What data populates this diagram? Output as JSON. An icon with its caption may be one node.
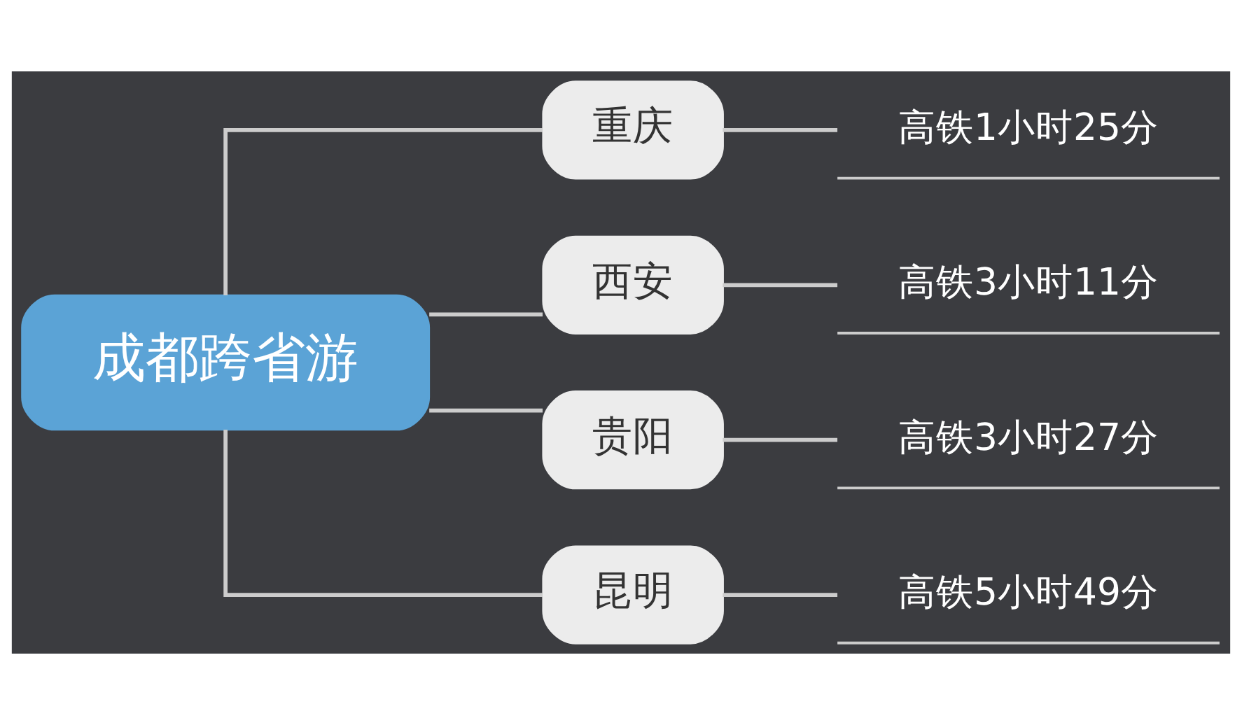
{
  "diagram": {
    "nodes": [
      {
        "text": [
          "成都跨省游"
        ]
      },
      {
        "text": [
          "重庆"
        ]
      },
      {
        "text": [
          "西安"
        ]
      },
      {
        "text": [
          "贵阳"
        ]
      },
      {
        "text": [
          "昆明"
        ]
      },
      {
        "text": [
          "高铁1小时25分"
        ]
      },
      {
        "text": [
          "高铁3小时11分"
        ]
      },
      {
        "text": [
          "高铁3小时27分"
        ]
      },
      {
        "text": [
          "高铁5小时49分"
        ]
      }
    ],
    "edges": [
      {
        "from": 0,
        "to": 1,
        "arrow": "none"
      },
      {
        "from": 0,
        "to": 2,
        "arrow": "none"
      },
      {
        "from": 0,
        "to": 3,
        "arrow": "none"
      },
      {
        "from": 0,
        "to": 4,
        "arrow": "none"
      },
      {
        "from": 1,
        "to": 5,
        "arrow": "none"
      },
      {
        "from": 2,
        "to": 6,
        "arrow": "none"
      },
      {
        "from": 3,
        "to": 7,
        "arrow": "none"
      },
      {
        "from": 4,
        "to": 8,
        "arrow": "none"
      }
    ]
  }
}
